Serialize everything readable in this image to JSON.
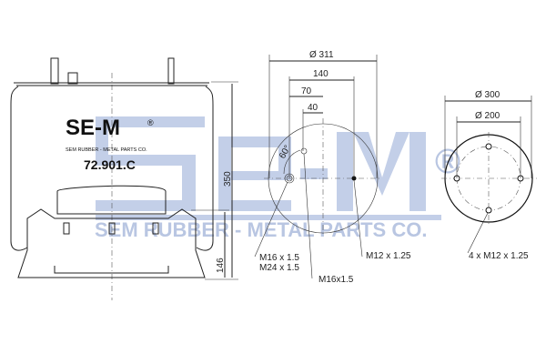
{
  "watermark": {
    "logo": "SE-M",
    "registered": "®",
    "company": "SEM RUBBER - METAL PARTS CO.",
    "color": "#b9c6e2"
  },
  "product": {
    "logo": "SE-M",
    "registered": "®",
    "company": "SEM RUBBER - METAL PARTS CO.",
    "part_number": "72.901.C"
  },
  "side_view": {
    "height_total": "350",
    "height_piston": "146"
  },
  "top_plate_view": {
    "diameter": "Ø 311",
    "offset_140": "140",
    "offset_70": "70",
    "offset_40": "40",
    "angle": "60°",
    "thread_a_line1": "M16 x 1.5",
    "thread_a_line2": "M24 x 1.5",
    "thread_b": "M16x1.5",
    "thread_c": "M12 x 1.25"
  },
  "bottom_plate_view": {
    "outer_diameter": "Ø 300",
    "bolt_circle": "Ø 200",
    "thread": "4 x M12 x 1.25"
  }
}
